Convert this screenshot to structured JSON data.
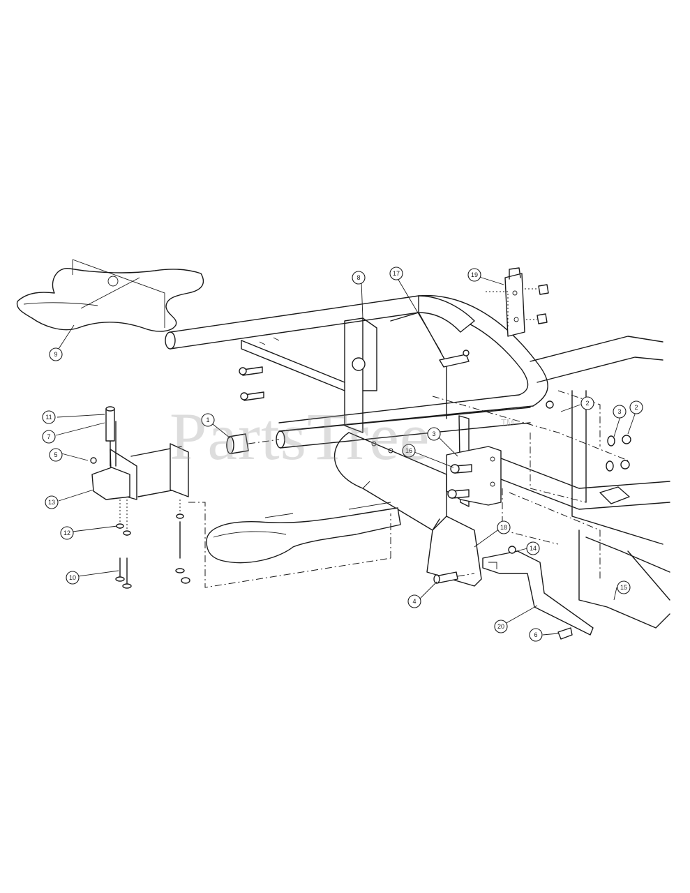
{
  "watermark": {
    "text": "PartsTree",
    "trademark": "TM"
  },
  "callouts": [
    {
      "id": "c-9",
      "label": "9"
    },
    {
      "id": "c-8",
      "label": "8"
    },
    {
      "id": "c-17",
      "label": "17"
    },
    {
      "id": "c-19",
      "label": "19"
    },
    {
      "id": "c-2a",
      "label": "2"
    },
    {
      "id": "c-3a",
      "label": "3"
    },
    {
      "id": "c-2b",
      "label": "2"
    },
    {
      "id": "c-11",
      "label": "11"
    },
    {
      "id": "c-7",
      "label": "7"
    },
    {
      "id": "c-5",
      "label": "5"
    },
    {
      "id": "c-1",
      "label": "1"
    },
    {
      "id": "c-3b",
      "label": "3"
    },
    {
      "id": "c-16",
      "label": "16"
    },
    {
      "id": "c-13",
      "label": "13"
    },
    {
      "id": "c-12",
      "label": "12"
    },
    {
      "id": "c-10",
      "label": "10"
    },
    {
      "id": "c-18",
      "label": "18"
    },
    {
      "id": "c-14",
      "label": "14"
    },
    {
      "id": "c-15",
      "label": "15"
    },
    {
      "id": "c-4",
      "label": "4"
    },
    {
      "id": "c-20",
      "label": "20"
    },
    {
      "id": "c-6",
      "label": "6"
    }
  ]
}
